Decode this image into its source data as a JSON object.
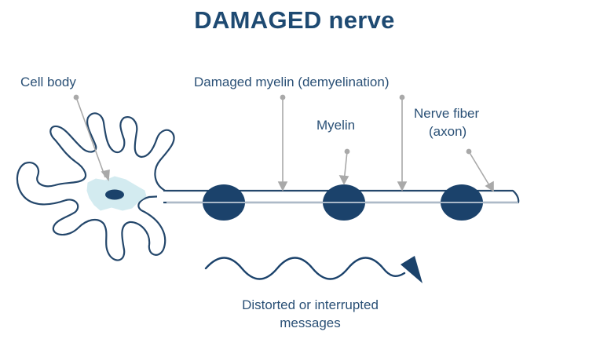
{
  "title": "DAMAGED nerve",
  "labels": {
    "cell_body": "Cell body",
    "damaged_myelin": "Damaged myelin (demyelination)",
    "myelin": "Myelin",
    "nerve_fiber_line1": "Nerve fiber",
    "nerve_fiber_line2": "(axon)"
  },
  "caption": {
    "line1": "Distorted or interrupted",
    "line2": "messages"
  },
  "colors": {
    "text": "#2a5076",
    "title": "#1e4a72",
    "outline": "#24476b",
    "myelin_fill": "#1b426b",
    "cell_fill": "#d3ebf0",
    "nucleus_fill": "#1b426b",
    "pointer": "#a9a9a9",
    "signal_wave": "#1b426b"
  }
}
